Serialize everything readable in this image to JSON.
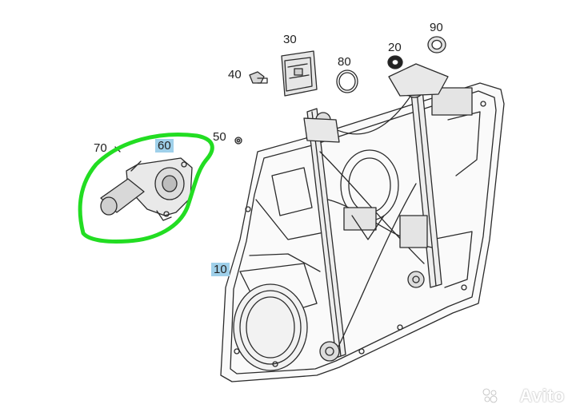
{
  "callouts": {
    "c10": "10",
    "c20": "20",
    "c30": "30",
    "c40": "40",
    "c50": "50",
    "c60": "60",
    "c70": "70",
    "c80": "80",
    "c90": "90"
  },
  "watermark": {
    "text": "Avito"
  },
  "colors": {
    "highlight_circle": "#22dd22",
    "callout_highlight": "#9fd0ea",
    "line_art": "#2b2b2b"
  }
}
